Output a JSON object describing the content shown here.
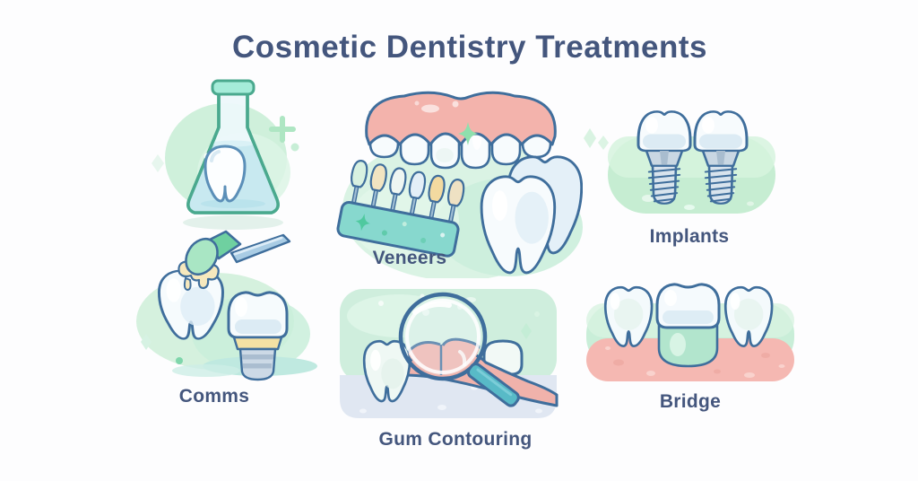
{
  "title": {
    "text": "Cosmetic Dentistry Treatments"
  },
  "labels": {
    "veneers": "Veneers",
    "implants": "Implants",
    "crowns": "Comms",
    "gum_contouring": "Gum Contouring",
    "bridge": "Bridge"
  },
  "illustrations": [
    "tooth-in-flask",
    "veneers-with-shade-guide",
    "dental-implants",
    "crown-placement-tool",
    "gum-contouring-magnifier",
    "dental-bridge"
  ],
  "colors": {
    "background": "#fdfdfe",
    "title_text": "#44567d",
    "label_text": "#44567d",
    "outline_blue": "#3f6e9c",
    "outline_teal": "#4aa98e",
    "gum_pink": "#f3b3ac",
    "mint_blob": "#d5f1de",
    "teal_board": "#87d8ce",
    "liquid_blue": "#c8e9f0",
    "cream": "#f6e8bd",
    "gold_collar": "#f3e1a4",
    "steel_gray": "#ccd9e6",
    "sparkle_green": "#8fdfad",
    "handle_teal": "#58bac7"
  }
}
